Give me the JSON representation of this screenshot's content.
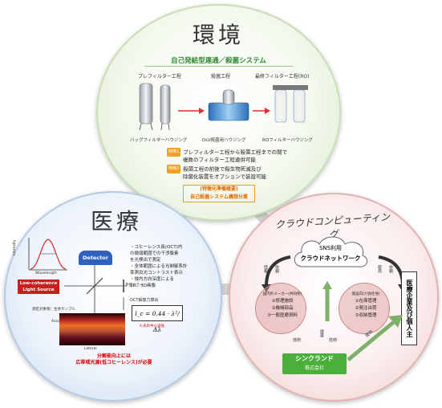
{
  "environment": {
    "title": "環境",
    "subtitle": "自己発結型連通／殺菌システム",
    "stage_labels": [
      "プレフィルター工程",
      "殺菌工程",
      "最終フィルター工程(RO)"
    ],
    "device_labels": [
      "バッグフィルターハウジング",
      "DLV殺菌用ハウジング",
      "ROフィルターハウジング"
    ],
    "features": [
      {
        "badge": "特徴1",
        "text1": "プレフィルター工程から殺菌工程までの間で",
        "text2": "複数のフィルター工程違併可能"
      },
      {
        "badge": "特徴2",
        "text1": "殺菌工程の前後で殺生物死滅及び",
        "text2": "除菌化装置をオプションで装設可能"
      }
    ],
    "footer1": "(特徴化準備概要)",
    "footer2": "自己殺菌システム構想分業"
  },
  "medical": {
    "title": "医療",
    "detector": "Detector",
    "source": "Low-coherence Light Source",
    "intensity": "Intensity",
    "wavelength": "Wavelength",
    "axial": "Axial",
    "lateral": "Lateral",
    "sample": "測定対象物：生体サンプル",
    "mirror": "参照ミラー",
    "notes": [
      "・コヒーレンス長(OCT)内",
      "の微弱範囲での干渉像素",
      "を光検出で測定",
      "・全体範囲による光制御系計",
      "率測及光コントラスト表示",
      "・侵内方向深度による",
      "2D、3D画像"
    ],
    "formula_label": "OCT解像力算出",
    "formula": "l_c = 0.44 · λ²/Δλ",
    "formula_note": "λ:光の中心波長",
    "warning1": "分解能向上には",
    "warning2": "広帯域光源(低コヒーレンス)が必要"
  },
  "cloud": {
    "title": "クラウドコンピューティング",
    "sns": "SNS利用",
    "network": "クラウドネットワーク",
    "left_circle_header": "国内外メーカー(共同他)",
    "left_items": [
      "①修理施設",
      "②機械部品",
      "③一般医療資料"
    ],
    "right_circle_header": "施設向け(会社他)",
    "right_items": [
      "①在庫管理",
      "②発注出荷",
      "③収納管理"
    ],
    "company1": "シンクランド",
    "company2": "株式会社",
    "side_box": "医療企業及び個人主",
    "arrow_labels": [
      "情報",
      "依頼",
      "販売",
      "依頼",
      "提案",
      "技術",
      "技術",
      "提供"
    ]
  },
  "colors": {
    "env_green": "#2d8a2d",
    "med_blue": "#1f4f99",
    "cloud_red": "#b72c2c",
    "accent_orange": "#f0a020"
  }
}
